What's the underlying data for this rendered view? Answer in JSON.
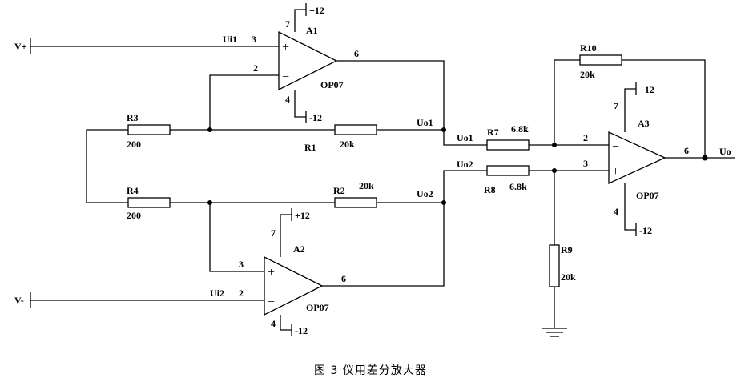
{
  "caption": "图 3   仪用差分放大器",
  "ports": {
    "vplus": "V+",
    "vminus": "V-",
    "out": "Uo"
  },
  "nets": {
    "ui1": "Ui1",
    "ui2": "Ui2",
    "uo1a": "Uo1",
    "uo1b": "Uo1",
    "uo2a": "Uo2",
    "uo2b": "Uo2"
  },
  "amps": {
    "a1": {
      "name": "A1",
      "model": "OP07",
      "vpos": "+12",
      "vneg": "-12",
      "pin_vpos": "7",
      "pin_vneg": "4",
      "pin_in_p": "3",
      "pin_in_n": "2",
      "pin_out": "6"
    },
    "a2": {
      "name": "A2",
      "model": "OP07",
      "vpos": "+12",
      "vneg": "-12",
      "pin_vpos": "7",
      "pin_vneg": "4",
      "pin_in_p": "3",
      "pin_in_n": "2",
      "pin_out": "6"
    },
    "a3": {
      "name": "A3",
      "model": "OP07",
      "vpos": "+12",
      "vneg": "-12",
      "pin_vpos": "7",
      "pin_vneg": "4",
      "pin_in_p": "3",
      "pin_in_n": "2",
      "pin_out": "6"
    }
  },
  "resistors": {
    "r1": {
      "name": "R1",
      "value": "20k"
    },
    "r2": {
      "name": "R2",
      "value": "20k"
    },
    "r3": {
      "name": "R3",
      "value": "200"
    },
    "r4": {
      "name": "R4",
      "value": "200"
    },
    "r7": {
      "name": "R7",
      "value": "6.8k"
    },
    "r8": {
      "name": "R8",
      "value": "6.8k"
    },
    "r9": {
      "name": "R9",
      "value": "20k"
    },
    "r10": {
      "name": "R10",
      "value": "20k"
    }
  },
  "symbols": {
    "plus": "+",
    "minus": "−"
  }
}
